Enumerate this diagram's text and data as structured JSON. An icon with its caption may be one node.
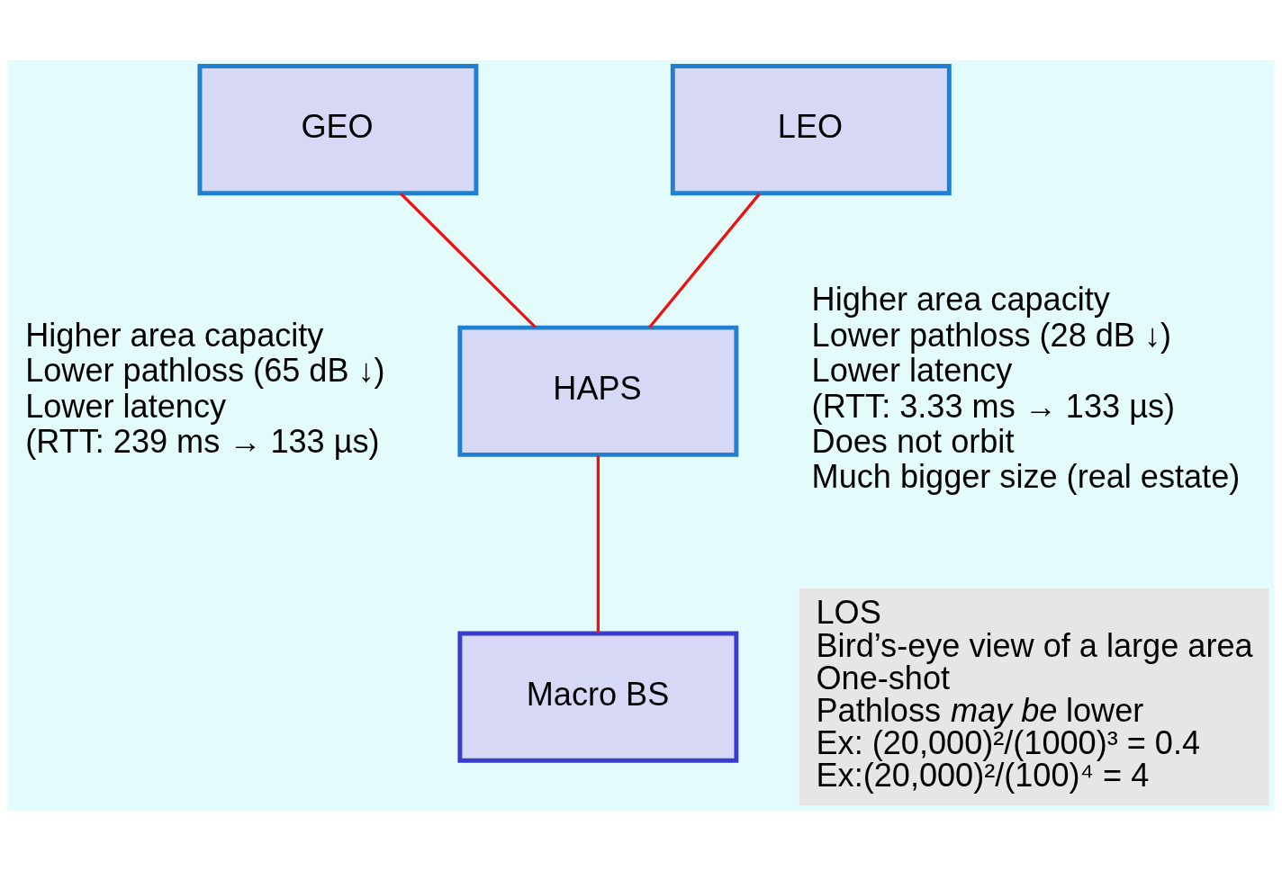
{
  "diagram": {
    "nodes": [
      {
        "text": [
          "GEO"
        ],
        "beside": [
          "Higher area capacity",
          "Lower pathloss (65 dB ↓)",
          "Lower latency",
          "(RTT: 239 ms → 133 µs)"
        ]
      },
      {
        "text": [
          "LEO"
        ],
        "beside": [
          "Higher area capacity",
          "Lower pathloss (28 dB ↓)",
          "Lower latency",
          "(RTT: 3.33 ms → 133 µs)",
          "Does not orbit",
          "Much bigger size (real estate)"
        ]
      },
      {
        "text": [
          "HAPS"
        ]
      },
      {
        "text": [
          "Macro BS"
        ]
      },
      {
        "text": [
          "LOS",
          "Bird’s-eye view of a large area",
          "One-shot",
          "Pathloss *may be* lower",
          "Ex: (20,000)²/(1000)³ = 0.4",
          "Ex:(20,000)²/(100)⁴ = 4"
        ]
      }
    ],
    "edges": [
      {
        "from": 0,
        "to": 2,
        "arrow": "none"
      },
      {
        "from": 1,
        "to": 2,
        "arrow": "none"
      },
      {
        "from": 2,
        "to": 3,
        "arrow": "none"
      }
    ]
  }
}
